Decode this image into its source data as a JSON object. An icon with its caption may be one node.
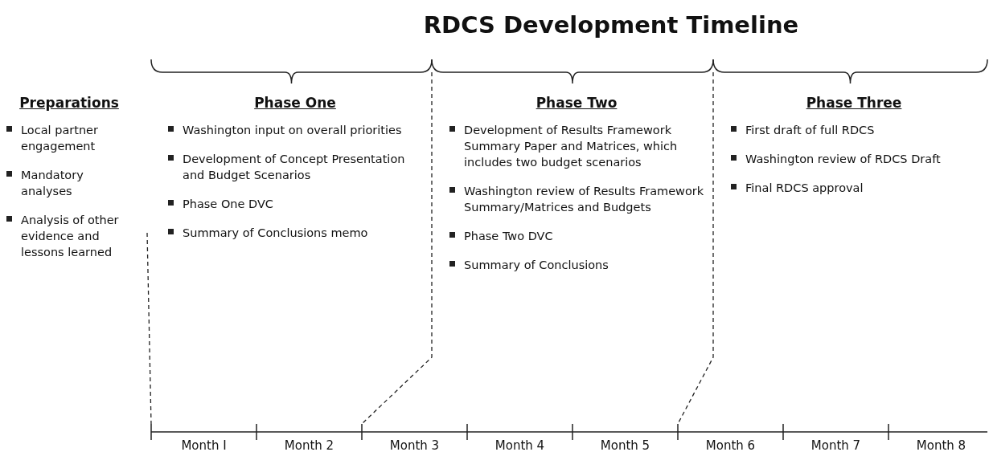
{
  "diagram": {
    "title": "RDCS Development Timeline",
    "nodes": [
      {
        "text": [
          "Preparations",
          "Local partner engagement",
          "Mandatory analyses",
          "Analysis of other evidence and lessons learned"
        ]
      },
      {
        "text": [
          "Phase One",
          "Washington input on overall priorities",
          "Development of Concept Presentation and Budget Scenarios",
          "Phase One DVC",
          "Summary of Conclusions memo"
        ]
      },
      {
        "text": [
          "Phase Two",
          "Development of Results Framework Summary Paper and Matrices, which includes two budget scenarios",
          "Washington review of Results Framework Summary/Matrices and Budgets",
          "Phase Two DVC",
          "Summary of Conclusions"
        ]
      },
      {
        "text": [
          "Phase Three",
          "First draft of full RDCS",
          "Washington review of RDCS Draft",
          "Final RDCS approval"
        ]
      }
    ],
    "edges": [],
    "labels": [
      "Month I",
      "Month 2",
      "Month 3",
      "Month 4",
      "Month 5",
      "Month 6",
      "Month 7",
      "Month 8"
    ]
  }
}
